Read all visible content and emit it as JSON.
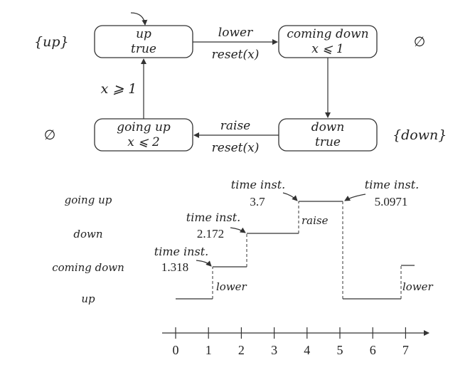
{
  "automaton": {
    "states": [
      {
        "id": "up",
        "name": "up",
        "invariant": "true",
        "label": "{up}"
      },
      {
        "id": "coming",
        "name": "coming down",
        "invariant": "x ⩽ 1",
        "label": "∅"
      },
      {
        "id": "going",
        "name": "going up",
        "invariant": "x ⩽ 2",
        "label": "∅"
      },
      {
        "id": "down",
        "name": "down",
        "invariant": "true",
        "label": "{down}"
      }
    ],
    "edges": {
      "lower_action": "lower",
      "lower_reset": "reset(x)",
      "raise_action": "raise",
      "raise_reset": "reset(x)",
      "guard_going_up": "x ⩾ 1"
    }
  },
  "timeline": {
    "rows": [
      "going up",
      "down",
      "coming down",
      "up"
    ],
    "annotations": [
      {
        "caption": "time inst.",
        "value": "1.318"
      },
      {
        "caption": "time inst.",
        "value": "2.172"
      },
      {
        "caption": "time inst.",
        "value": "3.7"
      },
      {
        "caption": "time inst.",
        "value": "5.0971"
      }
    ],
    "action_labels": {
      "lower_1": "lower",
      "raise": "raise",
      "lower_2": "lower"
    },
    "axis_ticks": [
      "0",
      "1",
      "2",
      "3",
      "4",
      "5",
      "6",
      "7"
    ]
  }
}
